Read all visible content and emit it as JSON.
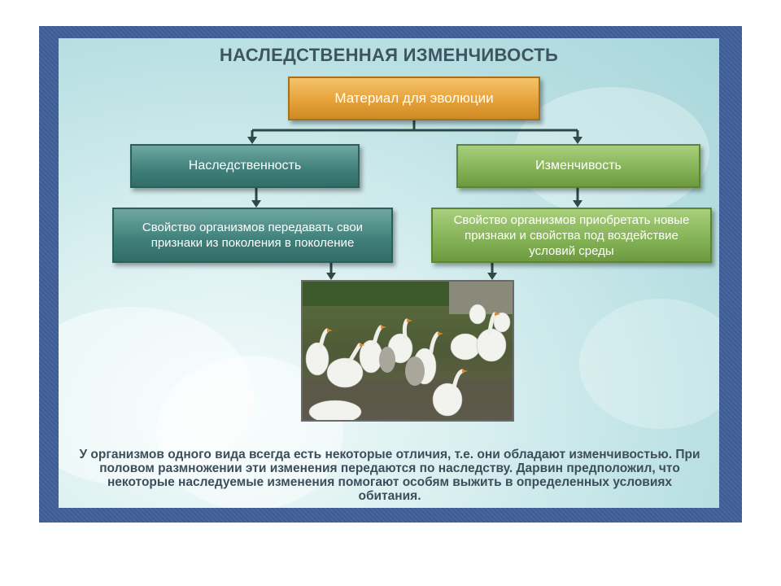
{
  "title": "НАСЛЕДСТВЕННАЯ ИЗМЕНЧИВОСТЬ",
  "diagram": {
    "root": "Материал для эволюции",
    "branches": [
      {
        "label": "Наследственность",
        "definition": "Свойство организмов передавать свои признаки из поколения в поколение",
        "color": "#3f7f79"
      },
      {
        "label": "Изменчивость",
        "definition": "Свойство организмов приобретать новые признаки и свойства под воздействие условий среды",
        "color": "#83b155"
      }
    ],
    "root_color": "#e6a23a"
  },
  "photo": {
    "icon": "geese-photo"
  },
  "caption": "У организмов одного вида всегда есть некоторые отличия, т.е. они обладают изменчивостью. При половом размножении эти изменения передаются по наследству. Дарвин предположил, что некоторые наследуемые изменения помогают особям выжить в определенных условиях обитания."
}
